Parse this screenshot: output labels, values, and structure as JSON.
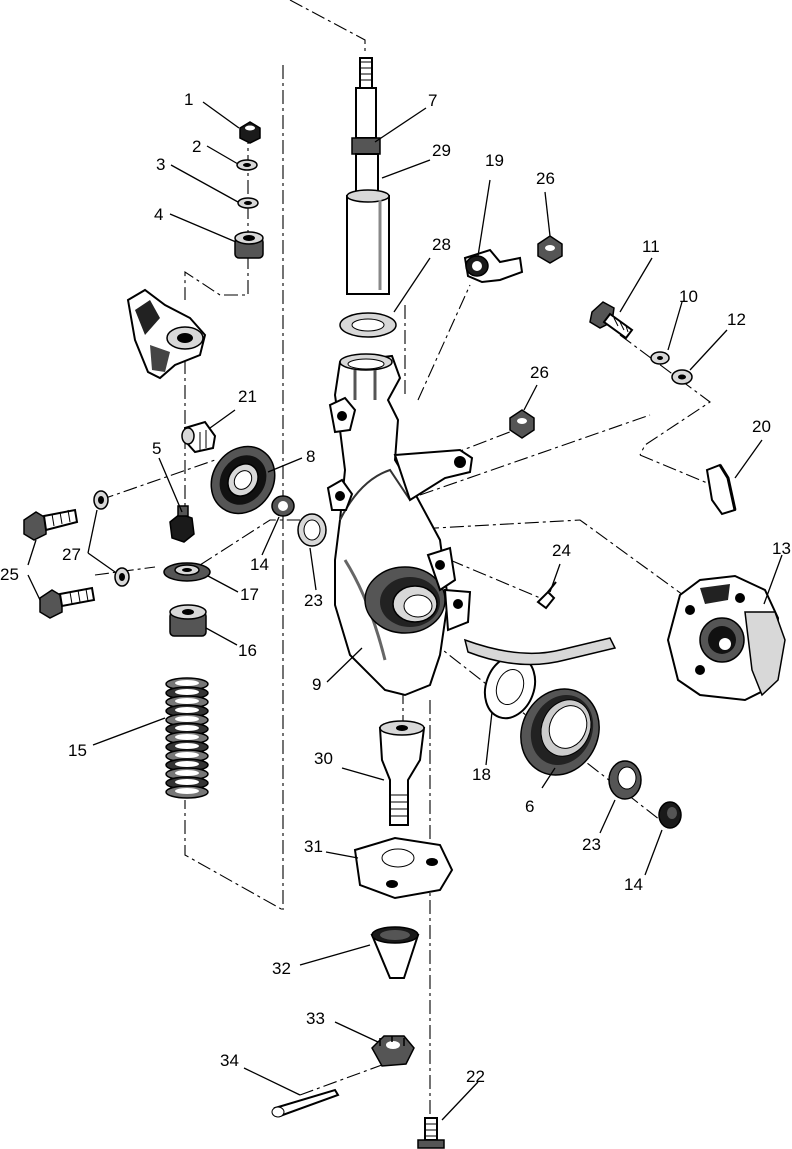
{
  "labels": {
    "p1": "1",
    "p2": "2",
    "p3": "3",
    "p4": "4",
    "p5": "5",
    "p6": "6",
    "p7": "7",
    "p8": "8",
    "p9": "9",
    "p10": "10",
    "p11": "11",
    "p12": "12",
    "p13": "13",
    "p14a": "14",
    "p14b": "14",
    "p15": "15",
    "p16": "16",
    "p17": "17",
    "p18": "18",
    "p19": "19",
    "p20": "20",
    "p21": "21",
    "p22": "22",
    "p23a": "23",
    "p23b": "23",
    "p24": "24",
    "p25": "25",
    "p26a": "26",
    "p26b": "26",
    "p27": "27",
    "p28": "28",
    "p29": "29",
    "p30": "30",
    "p31": "31",
    "p32": "32",
    "p33": "33",
    "p34": "34"
  }
}
